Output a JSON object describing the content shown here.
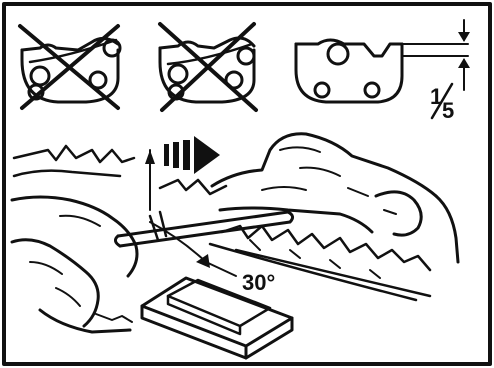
{
  "figure": {
    "style": "black line-art instruction diagram",
    "ink_color": "#111111",
    "background_color": "#ffffff",
    "top_row": {
      "incorrect_examples": [
        {
          "mark": "crossed-out",
          "icon": "chain-link-wrong-icon"
        },
        {
          "mark": "crossed-out",
          "icon": "chain-link-wrong-icon"
        }
      ],
      "correct_example": {
        "icon": "chain-link-correct-icon",
        "depth_ratio_label": "1/5",
        "depth_ratio_numerator": "1",
        "depth_ratio_denominator": "5"
      }
    },
    "main_scene": {
      "angle_label": "30°",
      "filing_direction_icon": "arrow-right-icon",
      "objects": [
        "hand-icon",
        "file-tool-icon",
        "chain-icon",
        "guide-block-icon"
      ]
    }
  }
}
